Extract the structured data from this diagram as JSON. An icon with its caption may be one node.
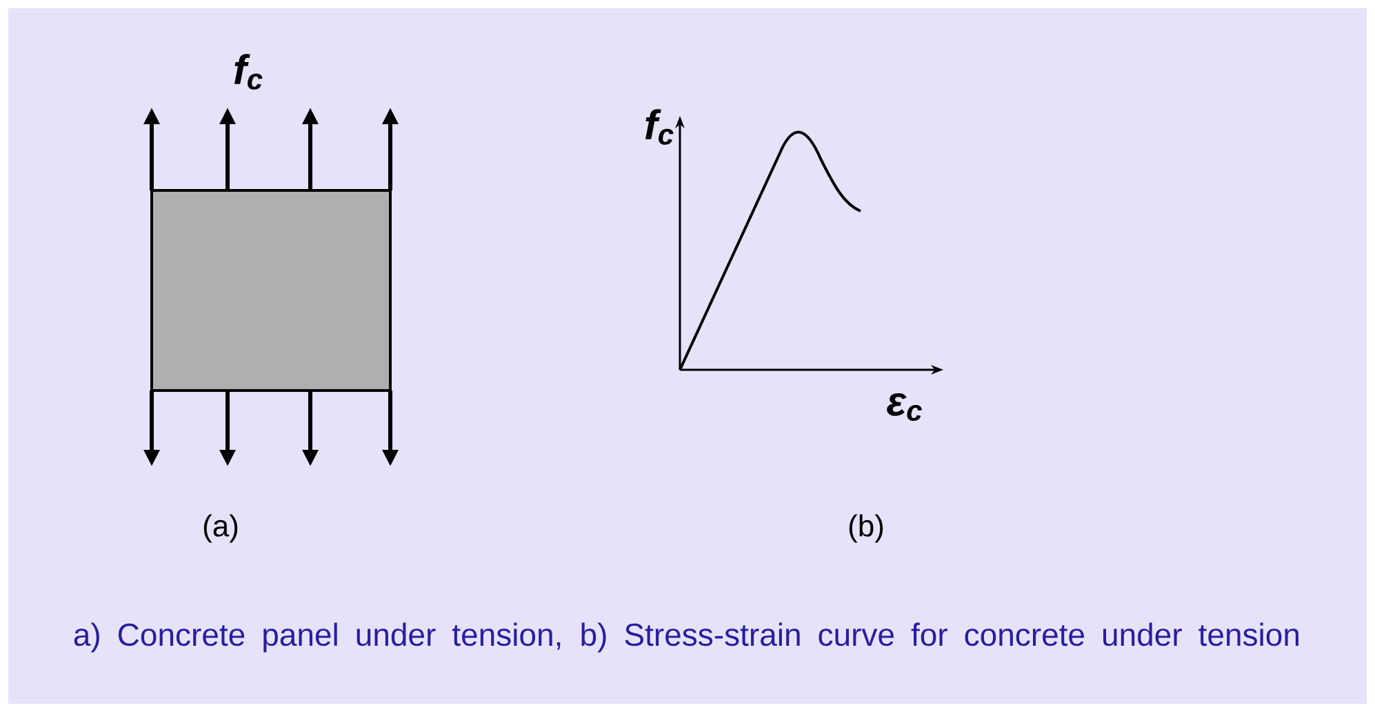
{
  "diagram": {
    "caption": "a) Concrete panel under tension, b) Stress-strain curve for concrete under tension",
    "labels": [
      "f$_{c}$",
      "f$_{c}$",
      "ε$_{c}$",
      "(a)",
      "(b)"
    ]
  }
}
